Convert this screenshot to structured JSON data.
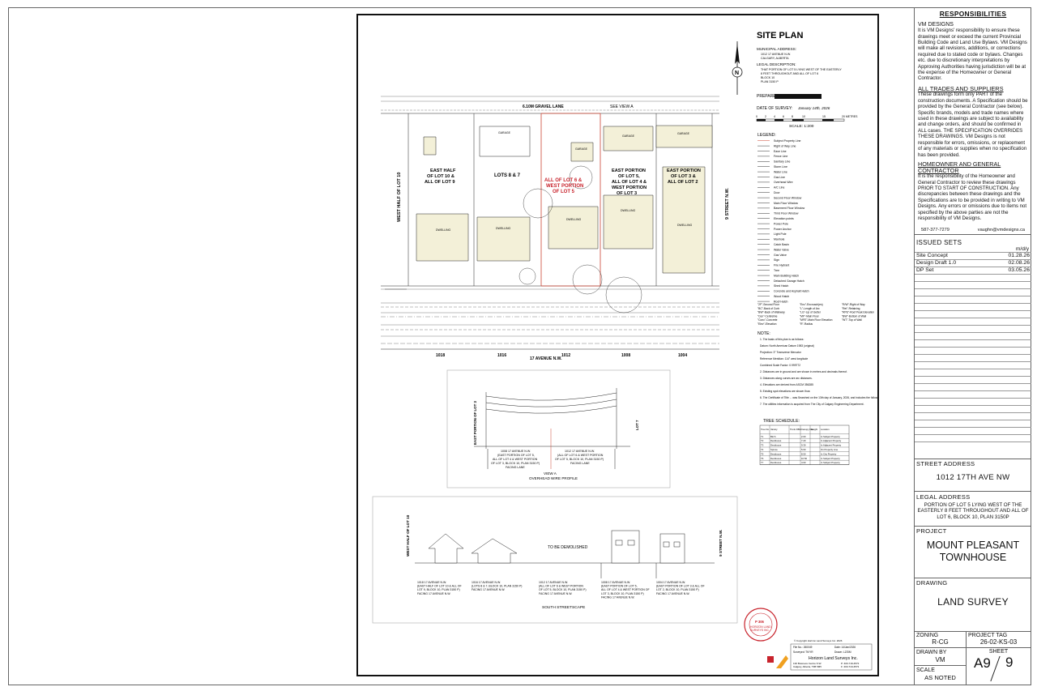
{
  "site_plan": {
    "title": "SITE PLAN",
    "municipal_address_label": "MUNICIPAL ADDRESS:",
    "municipal_address": [
      "1012 17 AVENUE N.W.",
      "CALGARY, ALBERTA"
    ],
    "legal_description_label": "LEGAL DESCRIPTION:",
    "legal_description": [
      "THAT PORTION OF LOT 5 LYING WEST OF THE EASTERLY",
      "8 FEET THROUGHOUT AND ALL OF LOT 6",
      "BLOCK 10",
      "PLAN 3150 P"
    ],
    "prepared_for_label": "PREPARED FOR:",
    "date_of_survey_label": "DATE OF SURVEY:",
    "date_of_survey": "January 14th, 2026",
    "scale": "SCALE: 1:200",
    "scale_ticks": [
      "0",
      "2",
      "4",
      "6",
      "8",
      "10",
      "15",
      "20 METRES"
    ],
    "north": "N",
    "legend_title": "LEGEND:",
    "legend": [
      "Subject Property Line",
      "Right of Way Line",
      "Eave Line",
      "Fence Line",
      "Sanitary Line",
      "Storm Line",
      "Water Line",
      "Gas Line",
      "Overhead Wire",
      "A/C Line",
      "Door",
      "Second Floor Window",
      "Main Floor Window",
      "Basement Floor Window",
      "Third Floor Window",
      "Elevation points",
      "Power Pole",
      "Power Anchor",
      "Light Pole",
      "Manhole",
      "Catch Basin",
      "Water Valve",
      "Gas Valve",
      "Sign",
      "Fire Hydrant",
      "Tree",
      "Main Building Hatch",
      "Detached Garage Hatch",
      "Shed Hatch",
      "Concrete and Asphalt Hatch",
      "Wood Hatch",
      "Roof Hatch"
    ],
    "abbreviations": [
      "\"2F\"-Second Floor",
      "\"BC\"-Back of Curb",
      "\"BW\"-Back of Walkway",
      "\"Cen\"-Centreline",
      "\"Conc\"-Concrete",
      "\"Elev\"-Elevation",
      "\"Enc\"-Encroach(es)",
      "\"L\"-Length of Arc",
      "\"LG\"-Lip of Gutter",
      "\"MF\"-Main Floor",
      "\"MFE\"-Main Floor Elevation",
      "\"R\"-Radius",
      "\"R/W\"-Right of Way",
      "\"Ret\"-Retaining",
      "\"RPE\"-Roof Peak Elevation",
      "\"BW\"-Bottom of Wall",
      "\"WT\"-Top of Wall"
    ],
    "notes_title": "NOTE:",
    "notes": [
      "1. The basis of this plan is as follows:",
      "Datum: North American Datum 1983 (original)",
      "Projection: 3° Transverse Mercator",
      "Reference Meridian: 114° west longitude",
      "Combined Scale Factor: 0.999772",
      "2. Distances are in ground and are shown in metres and decimals thereof.",
      "3. Distances along curves are arc distances.",
      "4. Elevations are derived from ASCM 356285",
      "5. Existing spot elevations are shown thus:",
      "6. The Certificate of Title ... was Searched on the 13th day of January, 2026, and includes the following instruments:",
      "7. The utilities information is acquired from The City of Calgary Engineering Department."
    ],
    "tree_schedule_title": "TREE SCHEDULE:",
    "tree_schedule_headers": [
      "Tree No.",
      "Variety",
      "Trunk DBH",
      "Canopy Dia.",
      "Height",
      "Location"
    ],
    "tree_schedule_rows": [
      [
        "T1",
        "Birch",
        "",
        "2.00",
        "",
        "In Subject Property"
      ],
      [
        "T2",
        "Deciduous",
        "",
        "7.20",
        "",
        "In Adjacent Property"
      ],
      [
        "T3",
        "Deciduous",
        "",
        "9.30",
        "",
        "In Adjacent Property"
      ],
      [
        "T4",
        "Spruce",
        "",
        "5.00",
        "",
        "On Property Line"
      ],
      [
        "T5",
        "Deciduous",
        "",
        "8.50",
        "",
        "In City Property"
      ],
      [
        "T6",
        "Deciduous",
        "",
        "10.50",
        "",
        "In Subject Property"
      ],
      [
        "T7",
        "Deciduous",
        "",
        "4.00",
        "",
        "In Subject Property"
      ]
    ],
    "lot_labels": {
      "west_half_lot10": "WEST HALF OF LOT 10",
      "east_half_lot10": [
        "EAST HALF",
        "OF LOT 10 &",
        "ALL OF LOT 9"
      ],
      "lots_8_7": "LOTS 8 & 7",
      "subject": [
        "ALL OF LOT 6 &",
        "WEST PORTION",
        "OF LOT 5"
      ],
      "east_portion_lot5": [
        "EAST PORTION",
        "OF LOT 5,",
        "ALL OF LOT 4 &",
        "WEST PORTION",
        "OF LOT 3"
      ],
      "east_portion_lot3": [
        "EAST PORTION",
        "OF LOT 3 &",
        "ALL OF LOT 2"
      ],
      "lane": "6.10M GRAVEL LANE",
      "see_view": "SEE VIEW A",
      "garage": "GARAGE",
      "dwelling": "DWELLING",
      "avenue": "17 AVENUE N.W.",
      "street_east": "9 STREET N.W.",
      "house_numbers": [
        "1018",
        "1016",
        "1012",
        "1008",
        "1004"
      ]
    }
  },
  "view_a": {
    "lot_left": "EAST PORTION OF LOT 3",
    "lot_right": "LOT 7",
    "caption_left": [
      "1008 17 AVENUE N.W.",
      "(EAST PORTION OF LOT 5,",
      "ALL OF LOT 4 & WEST PORTION",
      "OF LOT 3, BLOCK 10, PLAN 3150 P)",
      "FACING LANE"
    ],
    "caption_right": [
      "1012 17 AVENUE N.W.",
      "(ALL OF LOT 6 & WEST PORTION",
      "OF LOT 5, BLOCK 10, PLAN 3150 P)",
      "FACING LANE"
    ],
    "title": [
      "VIEW A",
      "OVERHEAD WIRE PROFILE"
    ]
  },
  "streetscape": {
    "title": "SOUTH STREETSCAPE",
    "demolish": "TO BE DEMOLISHED",
    "left_label": "WEST HALF OF LOT 10",
    "right_label": "9 STREET N.W.",
    "captions": [
      [
        "1018 17 AVENUE N.W.",
        "(EAST HALF OF LOT 10 & ALL OF",
        "LOT 9, BLOCK 10, PLAN 3150 P)",
        "FACING 17 AVENUE N.W."
      ],
      [
        "1016 17 AVENUE N.W.",
        "(LOTS 8 & 7, BLOCK 10, PLAN 3150 P)",
        "FACING 17 AVENUE N.W."
      ],
      [
        "1012 17 AVENUE N.W.",
        "(ALL OF LOT 6 & WEST PORTION",
        "OF LOT 5, BLOCK 10, PLAN 3150 P)",
        "FACING 17 AVENUE N.W."
      ],
      [
        "1008 17 AVENUE N.W.",
        "(EAST PORTION OF LOT 5,",
        "ALL OF LOT 4 & WEST PORTION OF",
        "LOT 3, BLOCK 10, PLAN 3150 P)",
        "FACING 17 AVENUE N.W."
      ],
      [
        "1004 17 AVENUE N.W.",
        "(EAST PORTION OF LOT 3 & ALL OF",
        "LOT 2, BLOCK 10, PLAN 3150 P)",
        "FACING 17 AVENUE N.W."
      ]
    ]
  },
  "surveyor": {
    "stamp": [
      "HORIZON LAND",
      "SURVEYS INC."
    ],
    "stamp_no": "P 306",
    "company": "Horizon Land Surveys Inc.",
    "file_no": "File No.: 260049",
    "date": "Date: 14/Jan/2026",
    "surveyed": "Surveyed: TK/YR",
    "drawn": "Drawn: LZ/DM",
    "copyright": "© Copyright Horizon Land Surveys Inc. 2026",
    "address": [
      "130 Bowness Centre N.W.",
      "Calgary, Alberta, T3B 5M5"
    ],
    "phone": [
      "P: 403-719-4572",
      "F: 403-719-4573"
    ]
  },
  "title_block": {
    "responsibilities_title": "RESPONSIBILITIES",
    "vm_designs": "VM DESIGNS",
    "vm_text": "It is VM Designs' responsibility to ensure these drawings meet or exceed the current Provincial Building Code and Land Use Bylaws. VM Designs will make all revisions, additions, or corrections required due to stated code or bylaws. Changes etc. due to discretionary interpretations by Approving Authorities having jurisdiction will be at the expense of the Homeowner or General Contractor.",
    "trades_title": "ALL TRADES AND SUPPLIERS",
    "trades_text": "These drawings form only PART of the construction documents. A Specification should be provided by the General Contractor (see below). Specific brands, models and trade names where used in these drawings are subject to availability and change orders, and should be confirmed in ALL cases. THE SPECIFICATION OVERRIDES THESE DRAWINGS. VM Designs is not responsible for errors, omissions, or replacement of any materials or supplies when no specification has been provided.",
    "homeowner_title": "HOMEOWNER AND GENERAL CONTRACTOR",
    "homeowner_text": "It is the responsibility of the Homeowner and General Contractor to review these drawings PRIOR TO START OF CONSTRUCTION. Any discrepancies between these drawings and the Specifications are to be provided in writing to VM Designs. Any errors or omissions due to items not specified by the above parties are not the responsibility of VM Designs.",
    "phone": "587-377-7279",
    "email": "vaughn@vmdesigns.ca",
    "issued_sets_label": "ISSUED SETS",
    "issued_sets_date_header": "m/d/y",
    "issued_sets": [
      {
        "name": "Site Concept",
        "date": "01.28.26"
      },
      {
        "name": "Design Draft 1.0",
        "date": "02.08.26"
      },
      {
        "name": "DP Set",
        "date": "03.05.26"
      }
    ],
    "street_address_label": "STREET ADDRESS",
    "street_address": "1012 17TH AVE NW",
    "legal_address_label": "LEGAL ADDRESS",
    "legal_address": "PORTION OF LOT 5 LYING WEST OF THE EASTERLY 8 FEET THROUGHOUT AND ALL OF LOT 6, BLOCK 10, PLAN 3150P",
    "project_label": "PROJECT",
    "project": [
      "MOUNT PLEASANT",
      "TOWNHOUSE"
    ],
    "drawing_label": "DRAWING",
    "drawing": "LAND SURVEY",
    "zoning_label": "ZONING",
    "zoning": "R-CG",
    "project_tag_label": "PROJECT TAG",
    "project_tag": "26-02-KS-03",
    "drawn_by_label": "DRAWN BY",
    "drawn_by": "VM",
    "sheet_label": "SHEET",
    "sheet": "A9",
    "sheet_total": "9",
    "scale_label": "SCALE",
    "scale": "AS NOTED"
  }
}
